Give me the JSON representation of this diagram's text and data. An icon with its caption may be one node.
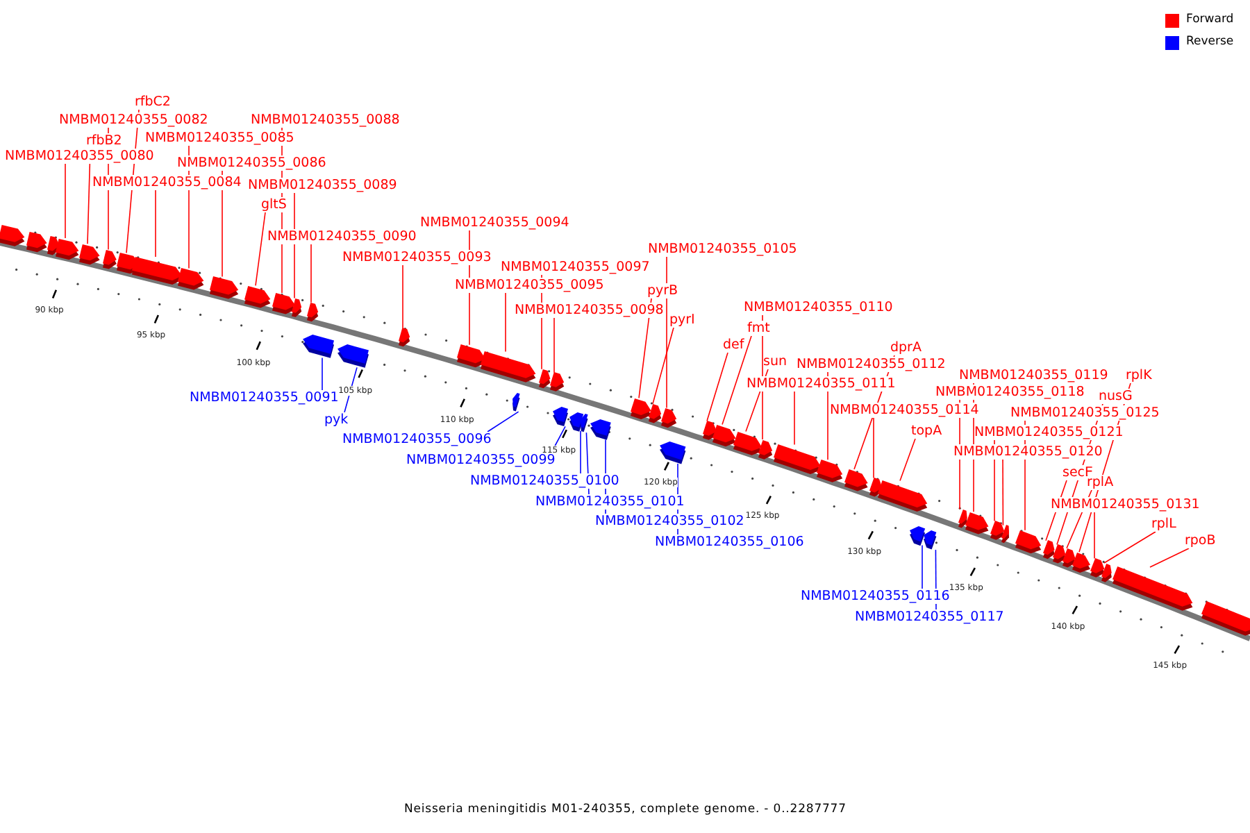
{
  "diagram": {
    "caption": "Neisseria meningitidis M01-240355, complete genome. - 0..2287777",
    "nodes": [
      {
        "text": [
          "NMBM01240355_0080"
        ]
      },
      {
        "text": [
          "rfbB2"
        ]
      },
      {
        "text": [
          "NMBM01240355_0082"
        ]
      },
      {
        "text": [
          "rfbC2"
        ]
      },
      {
        "text": [
          "NMBM01240355_0084"
        ]
      },
      {
        "text": [
          "NMBM01240355_0085"
        ]
      },
      {
        "text": [
          "NMBM01240355_0086"
        ]
      },
      {
        "text": [
          "gltS"
        ]
      },
      {
        "text": [
          "NMBM01240355_0088"
        ]
      },
      {
        "text": [
          "NMBM01240355_0089"
        ]
      },
      {
        "text": [
          "NMBM01240355_0090"
        ]
      },
      {
        "text": [
          "NMBM01240355_0091"
        ]
      },
      {
        "text": [
          "pyk"
        ]
      },
      {
        "text": [
          "NMBM01240355_0093"
        ]
      },
      {
        "text": [
          "NMBM01240355_0094"
        ]
      },
      {
        "text": [
          "NMBM01240355_0095"
        ]
      },
      {
        "text": [
          "NMBM01240355_0096"
        ]
      },
      {
        "text": [
          "NMBM01240355_0097"
        ]
      },
      {
        "text": [
          "NMBM01240355_0098"
        ]
      },
      {
        "text": [
          "NMBM01240355_0099"
        ]
      },
      {
        "text": [
          "NMBM01240355_0100"
        ]
      },
      {
        "text": [
          "NMBM01240355_0101"
        ]
      },
      {
        "text": [
          "NMBM01240355_0102"
        ]
      },
      {
        "text": [
          "pyrB"
        ]
      },
      {
        "text": [
          "pyrI"
        ]
      },
      {
        "text": [
          "NMBM01240355_0105"
        ]
      },
      {
        "text": [
          "NMBM01240355_0106"
        ]
      },
      {
        "text": [
          "def"
        ]
      },
      {
        "text": [
          "fmt"
        ]
      },
      {
        "text": [
          "sun"
        ]
      },
      {
        "text": [
          "NMBM01240355_0110"
        ]
      },
      {
        "text": [
          "NMBM01240355_0111"
        ]
      },
      {
        "text": [
          "NMBM01240355_0112"
        ]
      },
      {
        "text": [
          "dprA"
        ]
      },
      {
        "text": [
          "NMBM01240355_0114"
        ]
      },
      {
        "text": [
          "topA"
        ]
      },
      {
        "text": [
          "NMBM01240355_0116"
        ]
      },
      {
        "text": [
          "NMBM01240355_0117"
        ]
      },
      {
        "text": [
          "NMBM01240355_0118"
        ]
      },
      {
        "text": [
          "NMBM01240355_0119"
        ]
      },
      {
        "text": [
          "NMBM01240355_0121"
        ]
      },
      {
        "text": [
          "NMBM01240355_0120"
        ]
      },
      {
        "text": [
          "NMBM01240355_0125"
        ]
      },
      {
        "text": [
          "secE"
        ]
      },
      {
        "text": [
          "nusG"
        ]
      },
      {
        "text": [
          "rplA"
        ]
      },
      {
        "text": [
          "rplK"
        ]
      },
      {
        "text": [
          "NMBM01240355_0131"
        ]
      },
      {
        "text": [
          "rplL"
        ]
      },
      {
        "text": [
          "rpoB"
        ]
      },
      {
        "text": [],
        "shape": "arrow"
      },
      {
        "text": [],
        "shape": "arrow"
      },
      {
        "text": [],
        "shape": "arrow"
      },
      {
        "text": [],
        "shape": "arrow"
      },
      {
        "text": [],
        "shape": "arrow"
      },
      {
        "text": [],
        "shape": "arrow"
      },
      {
        "text": [],
        "shape": "arrow"
      },
      {
        "text": [],
        "shape": "arrow"
      },
      {
        "text": [],
        "shape": "arrow"
      },
      {
        "text": [],
        "shape": "arrow"
      },
      {
        "text": [],
        "shape": "arrow"
      },
      {
        "text": [],
        "shape": "arrow"
      },
      {
        "text": [],
        "shape": "arrow"
      },
      {
        "text": [],
        "shape": "arrow"
      },
      {
        "text": [],
        "shape": "arrow"
      },
      {
        "text": [],
        "shape": "arrow"
      },
      {
        "text": [],
        "shape": "arrow"
      },
      {
        "text": [],
        "shape": "arrow"
      },
      {
        "text": [],
        "shape": "arrow"
      },
      {
        "text": [],
        "shape": "arrow"
      },
      {
        "text": [],
        "shape": "arrow"
      },
      {
        "text": [],
        "shape": "arrow"
      },
      {
        "text": [],
        "shape": "arrow"
      },
      {
        "text": [],
        "shape": "arrow"
      },
      {
        "text": [],
        "shape": "arrow"
      },
      {
        "text": [],
        "shape": "arrow"
      },
      {
        "text": [],
        "shape": "arrow"
      },
      {
        "text": [],
        "shape": "arrow"
      },
      {
        "text": [],
        "shape": "arrow"
      },
      {
        "text": [],
        "shape": "arrow"
      },
      {
        "text": [],
        "shape": "arrow"
      },
      {
        "text": [],
        "shape": "arrow"
      },
      {
        "text": [],
        "shape": "arrow"
      },
      {
        "text": [],
        "shape": "arrow"
      },
      {
        "text": [],
        "shape": "arrow"
      },
      {
        "text": [],
        "shape": "arrow"
      },
      {
        "text": [],
        "shape": "arrow"
      },
      {
        "text": [],
        "shape": "arrow"
      },
      {
        "text": [],
        "shape": "arrow"
      },
      {
        "text": [],
        "shape": "arrow"
      },
      {
        "text": [],
        "shape": "arrow"
      },
      {
        "text": [],
        "shape": "arrow"
      },
      {
        "text": [],
        "shape": "arrow"
      },
      {
        "text": [],
        "shape": "arrow"
      },
      {
        "text": [],
        "shape": "arrow"
      },
      {
        "text": [],
        "shape": "arrow"
      },
      {
        "text": [],
        "shape": "arrow"
      },
      {
        "text": [],
        "shape": "arrow"
      },
      {
        "text": [],
        "shape": "arrow"
      },
      {
        "text": [],
        "shape": "arrow"
      },
      {
        "text": [],
        "shape": "arrow"
      },
      {
        "text": [],
        "shape": "arrow"
      },
      {
        "text": [],
        "shape": "arrow"
      },
      {
        "text": [],
        "shape": "arrow"
      }
    ],
    "edges": [
      {
        "from": 0,
        "to": 53,
        "arrow": "none"
      },
      {
        "from": 1,
        "to": 54,
        "arrow": "none"
      },
      {
        "from": 2,
        "to": 55,
        "arrow": "none"
      },
      {
        "from": 3,
        "to": 56,
        "arrow": "none"
      },
      {
        "from": 4,
        "to": 57,
        "arrow": "none"
      },
      {
        "from": 5,
        "to": 58,
        "arrow": "none"
      },
      {
        "from": 6,
        "to": 59,
        "arrow": "none"
      },
      {
        "from": 7,
        "to": 60,
        "arrow": "none"
      },
      {
        "from": 8,
        "to": 61,
        "arrow": "none"
      },
      {
        "from": 9,
        "to": 62,
        "arrow": "none"
      },
      {
        "from": 10,
        "to": 63,
        "arrow": "none"
      },
      {
        "from": 11,
        "to": 64,
        "arrow": "none",
        "color": "#0000ff"
      },
      {
        "from": 12,
        "to": 65,
        "arrow": "none",
        "color": "#0000ff"
      },
      {
        "from": 13,
        "to": 66,
        "arrow": "none"
      },
      {
        "from": 14,
        "to": 67,
        "arrow": "none"
      },
      {
        "from": 15,
        "to": 68,
        "arrow": "none"
      },
      {
        "from": 16,
        "to": 69,
        "arrow": "none",
        "color": "#0000ff"
      },
      {
        "from": 17,
        "to": 70,
        "arrow": "none"
      },
      {
        "from": 18,
        "to": 71,
        "arrow": "none"
      },
      {
        "from": 19,
        "to": 72,
        "arrow": "none",
        "color": "#0000ff"
      },
      {
        "from": 20,
        "to": 73,
        "arrow": "none",
        "color": "#0000ff"
      },
      {
        "from": 21,
        "to": 74,
        "arrow": "none",
        "color": "#0000ff"
      },
      {
        "from": 22,
        "to": 75,
        "arrow": "none",
        "color": "#0000ff"
      },
      {
        "from": 23,
        "to": 76,
        "arrow": "none"
      },
      {
        "from": 24,
        "to": 77,
        "arrow": "none"
      },
      {
        "from": 25,
        "to": 78,
        "arrow": "none"
      },
      {
        "from": 26,
        "to": 79,
        "arrow": "none",
        "color": "#0000ff"
      },
      {
        "from": 27,
        "to": 80,
        "arrow": "none"
      },
      {
        "from": 28,
        "to": 81,
        "arrow": "none"
      },
      {
        "from": 29,
        "to": 82,
        "arrow": "none"
      },
      {
        "from": 30,
        "to": 83,
        "arrow": "none"
      },
      {
        "from": 31,
        "to": 84,
        "arrow": "none"
      },
      {
        "from": 32,
        "to": 85,
        "arrow": "none"
      },
      {
        "from": 33,
        "to": 86,
        "arrow": "none"
      },
      {
        "from": 34,
        "to": 87,
        "arrow": "none"
      },
      {
        "from": 35,
        "to": 88,
        "arrow": "none"
      },
      {
        "from": 36,
        "to": 89,
        "arrow": "none",
        "color": "#0000ff"
      },
      {
        "from": 37,
        "to": 90,
        "arrow": "none",
        "color": "#0000ff"
      },
      {
        "from": 38,
        "to": 91,
        "arrow": "none"
      },
      {
        "from": 39,
        "to": 92,
        "arrow": "none"
      },
      {
        "from": 40,
        "to": 93,
        "arrow": "none"
      },
      {
        "from": 41,
        "to": 94,
        "arrow": "none"
      },
      {
        "from": 42,
        "to": 95,
        "arrow": "none"
      },
      {
        "from": 43,
        "to": 96,
        "arrow": "none"
      },
      {
        "from": 44,
        "to": 97,
        "arrow": "none"
      },
      {
        "from": 45,
        "to": 98,
        "arrow": "none"
      },
      {
        "from": 46,
        "to": 99,
        "arrow": "none"
      },
      {
        "from": 47,
        "to": 100,
        "arrow": "none"
      },
      {
        "from": 48,
        "to": 101,
        "arrow": "none"
      },
      {
        "from": 49,
        "to": 102,
        "arrow": "none"
      }
    ],
    "labels": [
      "90 kbp",
      "95 kbp",
      "100 kbp",
      "105 kbp",
      "110 kbp",
      "115 kbp",
      "120 kbp",
      "125 kbp",
      "130 kbp",
      "135 kbp",
      "140 kbp",
      "145 kbp"
    ],
    "legend": [
      {
        "text": "Forward",
        "color": "#ff0000"
      },
      {
        "text": "Reverse",
        "color": "#0000ff"
      }
    ]
  }
}
